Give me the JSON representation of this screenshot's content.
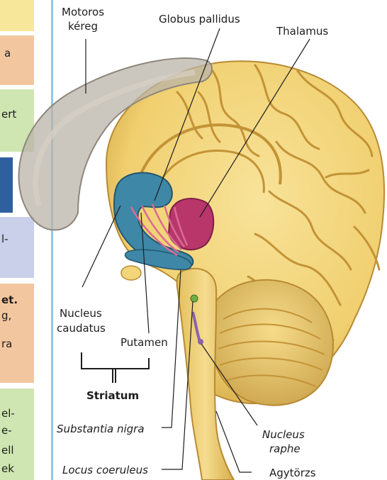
{
  "labels": {
    "motor_cortex": [
      "Motoros",
      "kéreg"
    ],
    "globus_pallidus": "Globus pallidus",
    "thalamus": "Thalamus",
    "nucleus_caudatus": [
      "Nucleus",
      "caudatus"
    ],
    "putamen": "Putamen",
    "striatum": "Striatum",
    "substantia_nigra": "Substantia nigra",
    "nucleus_raphe": [
      "Nucleus",
      "raphe"
    ],
    "locus_coeruleus": "Locus coeruleus",
    "brainstem": "Agytörzs"
  },
  "margin_fragments": {
    "a": "a",
    "ert": "ert",
    "dash": "l-",
    "et": "et.",
    "g": "g,",
    "ra": "ra",
    "el": "el-",
    "e": "e-",
    "ell": "ell",
    "ek": "ek"
  },
  "colors": {
    "brain": "#f1d57a",
    "brain_shadow": "#c99c3c",
    "cortex_overlay": "#b9b3a8",
    "caudate": "#3f87a6",
    "thalamus": "#b8366a",
    "fibers": "#d96a93",
    "cerebellum": "#e9c867",
    "margin_yellow": "#f6e79a",
    "margin_orange": "#f2c7a0",
    "margin_green": "#cfe6b2",
    "margin_blue": "#2f5f9e",
    "margin_lilac": "#cbd0ea",
    "divider": "#8fc6e6"
  }
}
